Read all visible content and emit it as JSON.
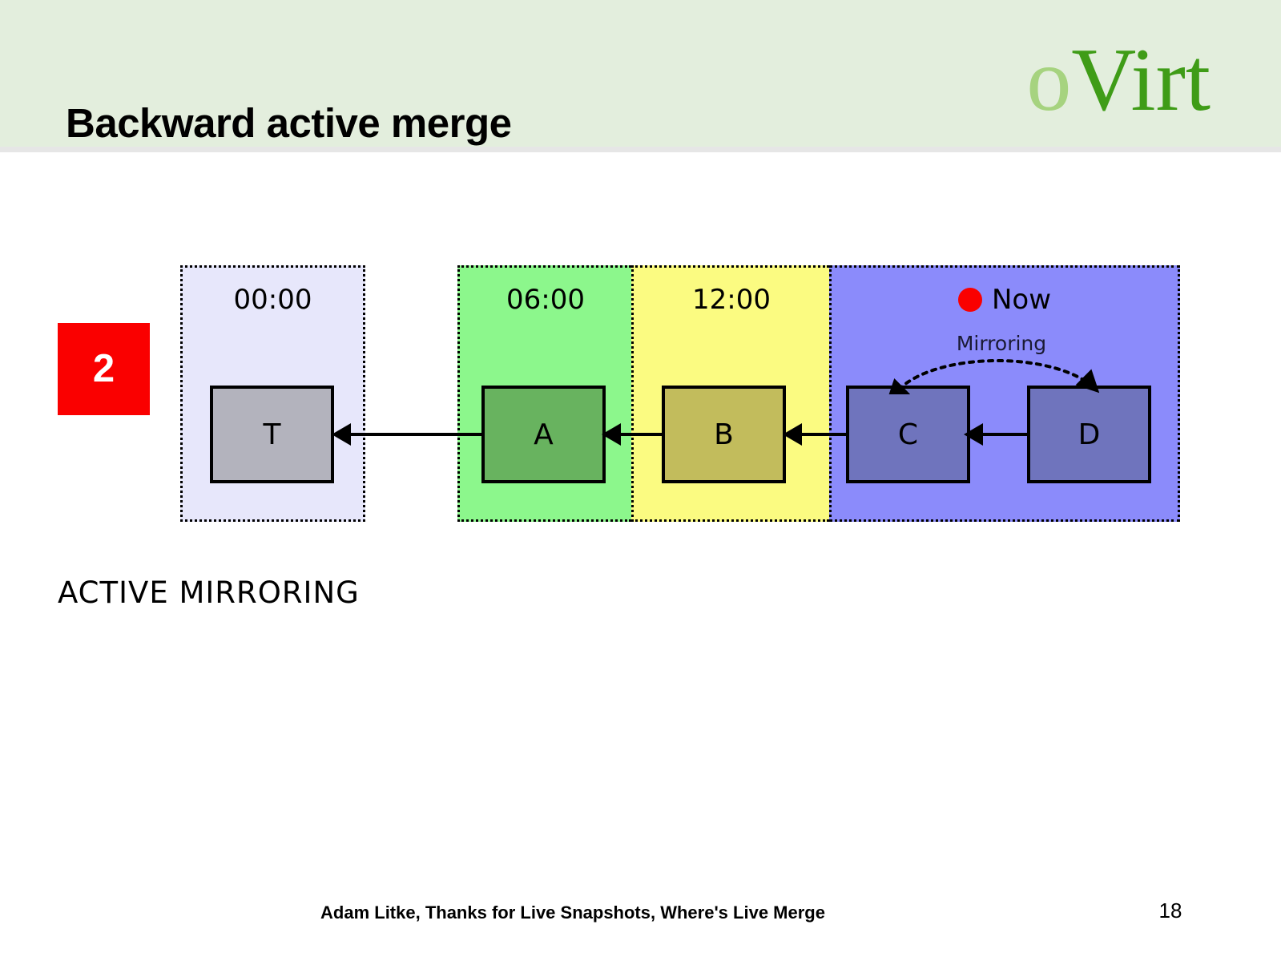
{
  "slide": {
    "title": "Backward active merge",
    "page_number": "18",
    "footer": "Adam Litke, Thanks for Live Snapshots, Where's Live Merge",
    "caption": "ACTIVE MIRRORING",
    "step_badge": "2"
  },
  "logo": {
    "part_o": "o",
    "part_virt": "Virt",
    "color_o": "#a6d37f",
    "color_virt": "#3f9c17"
  },
  "colors": {
    "header_bg": "#e3eedd",
    "badge_bg": "#fa0000",
    "now_dot": "#fa0000",
    "slide_bg": "#ffffff"
  },
  "timeline": {
    "columns": [
      {
        "label": "00:00",
        "bg": "#e7e7fb",
        "has_now_dot": false
      },
      {
        "label": "06:00",
        "bg": "#8cf78c",
        "has_now_dot": false
      },
      {
        "label": "12:00",
        "bg": "#fbfb81",
        "has_now_dot": false
      },
      {
        "label": "Now",
        "bg": "#8b8bfb",
        "has_now_dot": true
      }
    ],
    "boxes": [
      {
        "label": "T",
        "fill": "#b3b3bd"
      },
      {
        "label": "A",
        "fill": "#68b35f"
      },
      {
        "label": "B",
        "fill": "#c2bc5c"
      },
      {
        "label": "C",
        "fill": "#6f74bd"
      },
      {
        "label": "D",
        "fill": "#6f74bd"
      }
    ],
    "annotation": {
      "mirroring_label": "Mirroring",
      "mirroring_from": "C",
      "mirroring_to": "D"
    }
  }
}
